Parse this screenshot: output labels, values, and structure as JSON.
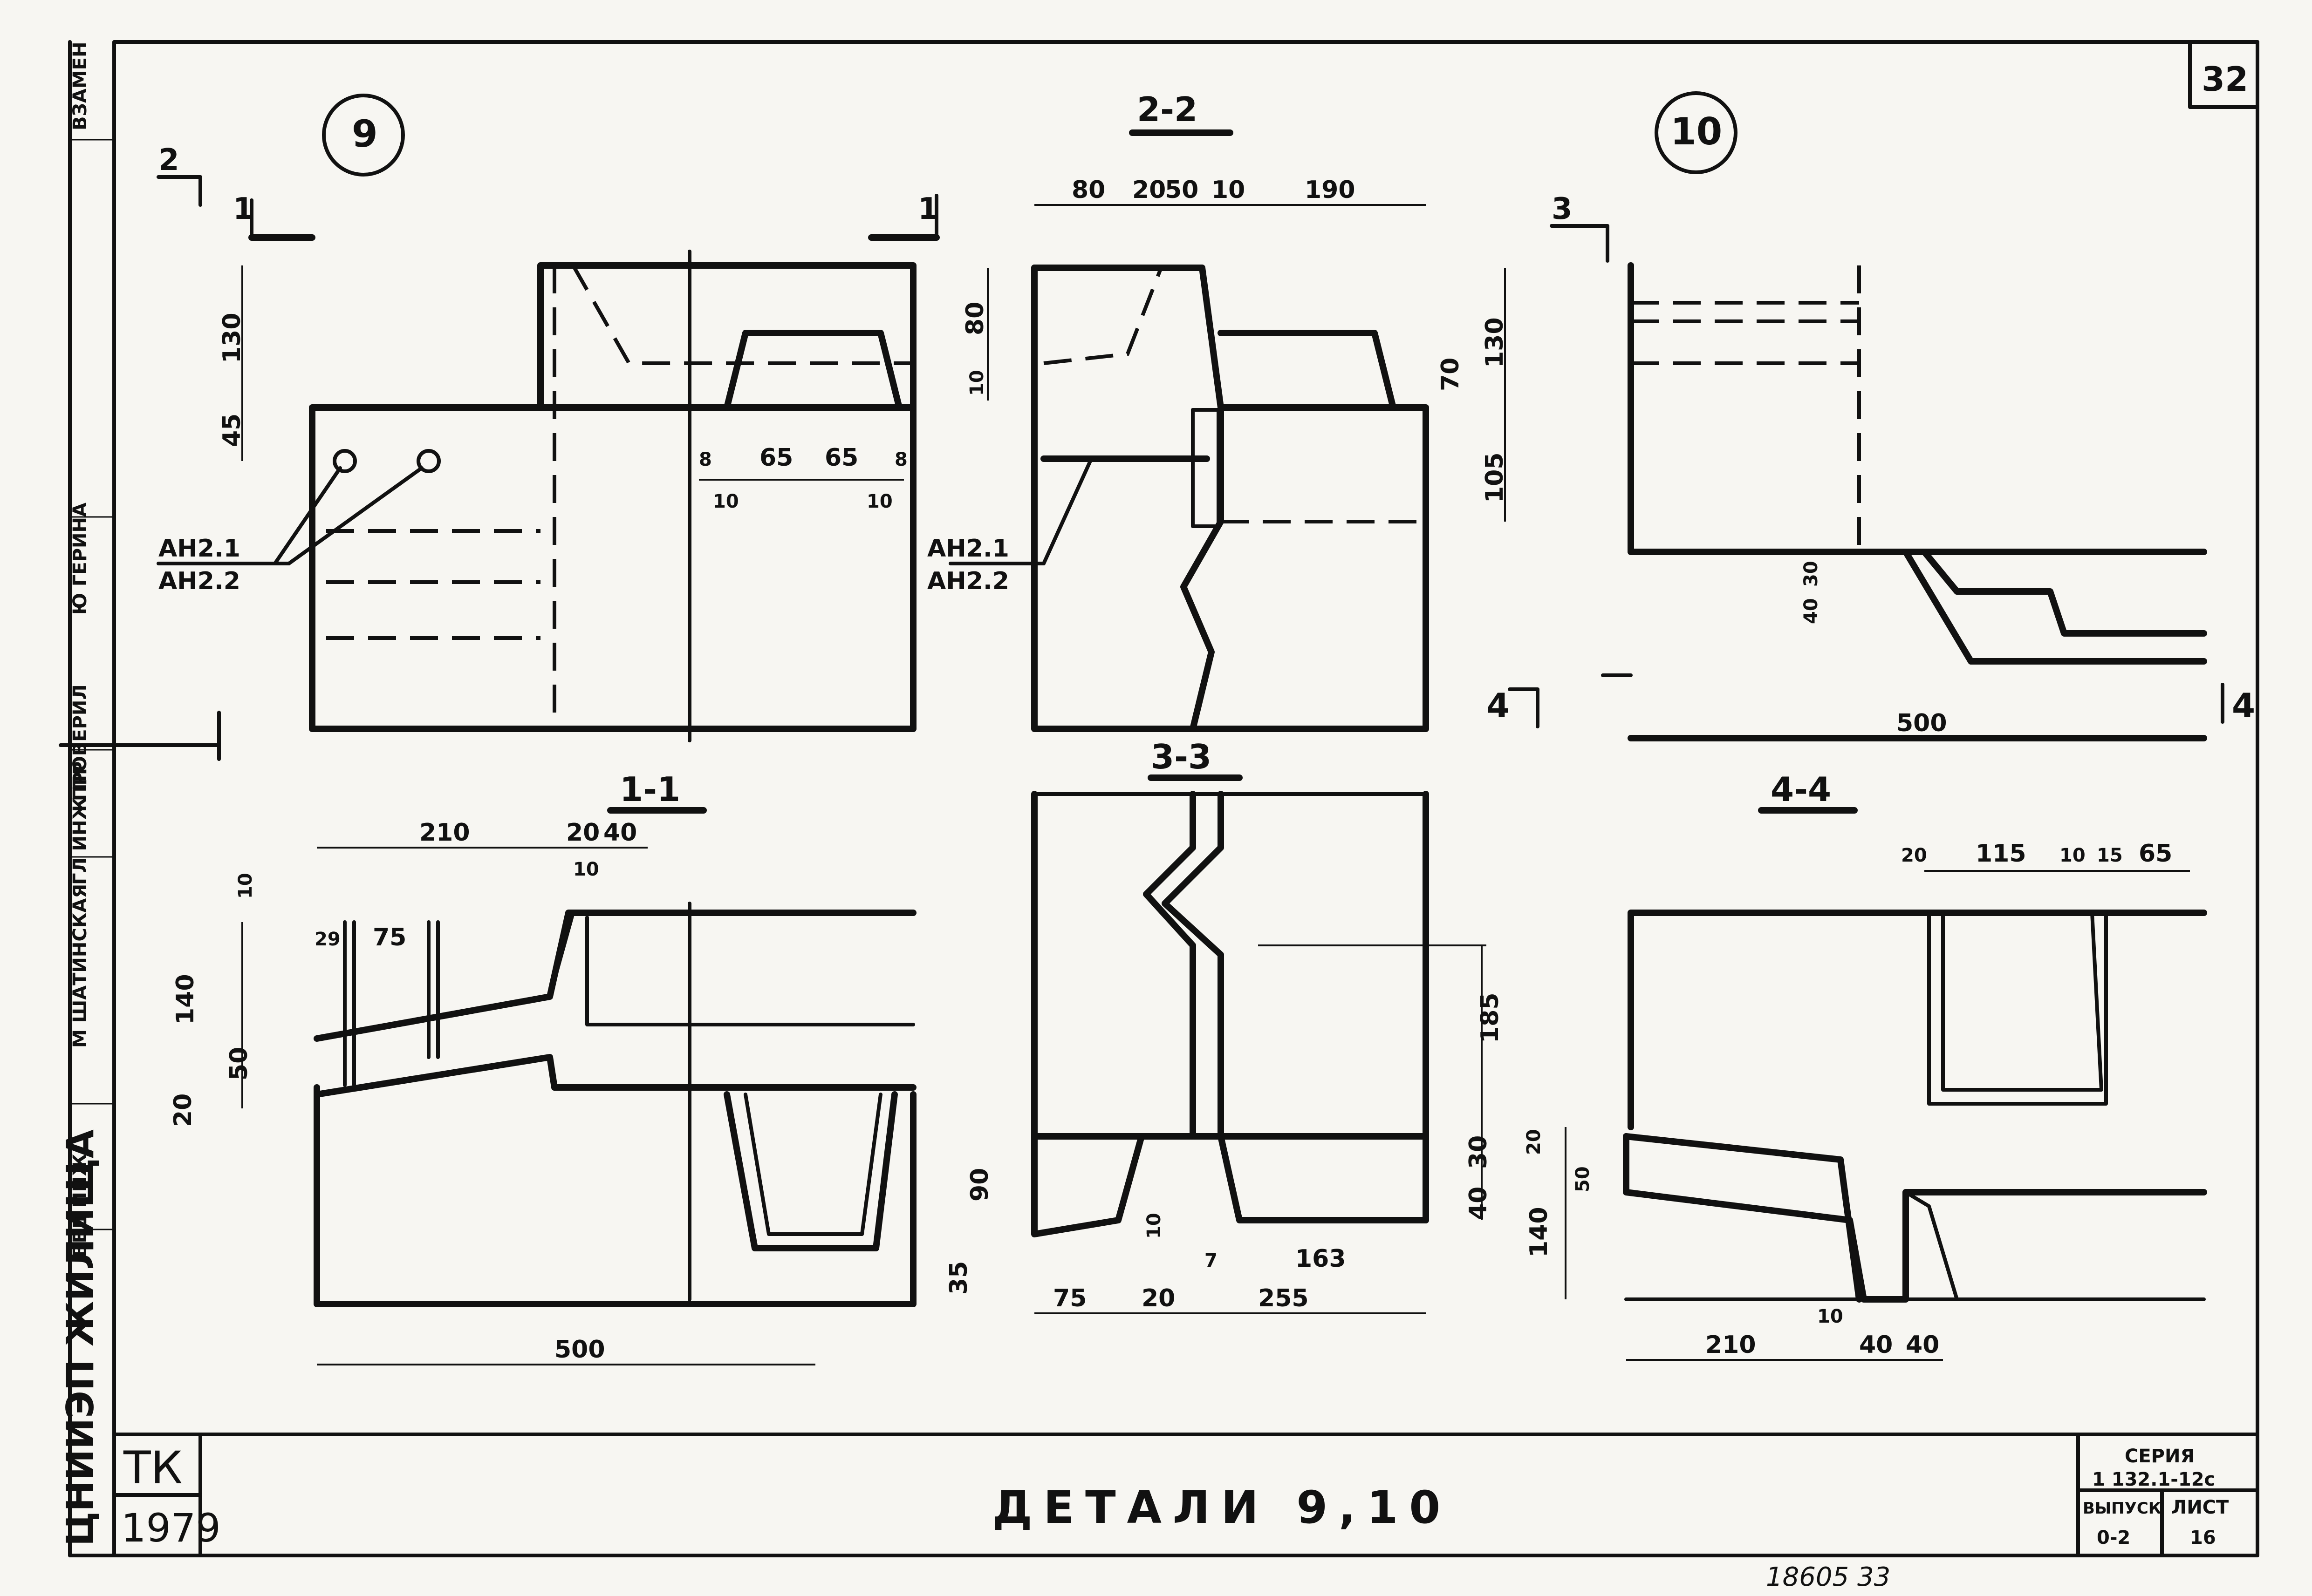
{
  "sheet": {
    "number": "32",
    "title": "ДЕТАЛИ 9,10",
    "stamp_org": "ТК",
    "stamp_year": "1979",
    "series_label": "СЕРИЯ",
    "series_value": "1 132.1-12с",
    "issue_label": "ВЫПУСК",
    "issue_value": "0-2",
    "list_label": "ЛИСТ",
    "list_value": "16",
    "bottom_note": "18605 33"
  },
  "side_strip": {
    "vzamen": "ВЗАМЕН",
    "checked": "ПРОВЕРИЛ",
    "gl_inzh": "ГЛ ИНЖ ПР",
    "vorobieva": "Ю ГЕРИНА",
    "shatinskaya": "М ШАТИНСКАЯ",
    "ved_inzh": "ВЕД ИНЖ",
    "org": "ЦНИИЭП ЖИЛИЩА"
  },
  "views": {
    "detail9": {
      "label": "9",
      "cut_1": "1",
      "cut_2": "2",
      "anchor_1": "АН2.1",
      "anchor_2": "АН2.2",
      "dims": [
        "130",
        "45",
        "8",
        "65",
        "65",
        "8",
        "10",
        "10"
      ]
    },
    "section22": {
      "label": "2-2",
      "anchor_1": "АН2.1",
      "anchor_2": "АН2.2",
      "dims": [
        "80",
        "20",
        "50",
        "10",
        "190",
        "80",
        "10",
        "130",
        "70",
        "105"
      ]
    },
    "detail10": {
      "label": "10",
      "cut_3": "3",
      "cut_4": "4",
      "dims": [
        "40",
        "30",
        "500"
      ]
    },
    "section11": {
      "label": "1-1",
      "dims": [
        "210",
        "20",
        "40",
        "10",
        "10",
        "29",
        "75",
        "140",
        "50",
        "20",
        "35",
        "500"
      ]
    },
    "section33": {
      "label": "3-3",
      "dims": [
        "185",
        "90",
        "40",
        "30",
        "10",
        "7",
        "163",
        "75",
        "20",
        "255"
      ]
    },
    "section44": {
      "label": "4-4",
      "dims": [
        "20",
        "115",
        "10",
        "15",
        "65",
        "20",
        "50",
        "140",
        "10",
        "210",
        "40",
        "40"
      ]
    }
  }
}
